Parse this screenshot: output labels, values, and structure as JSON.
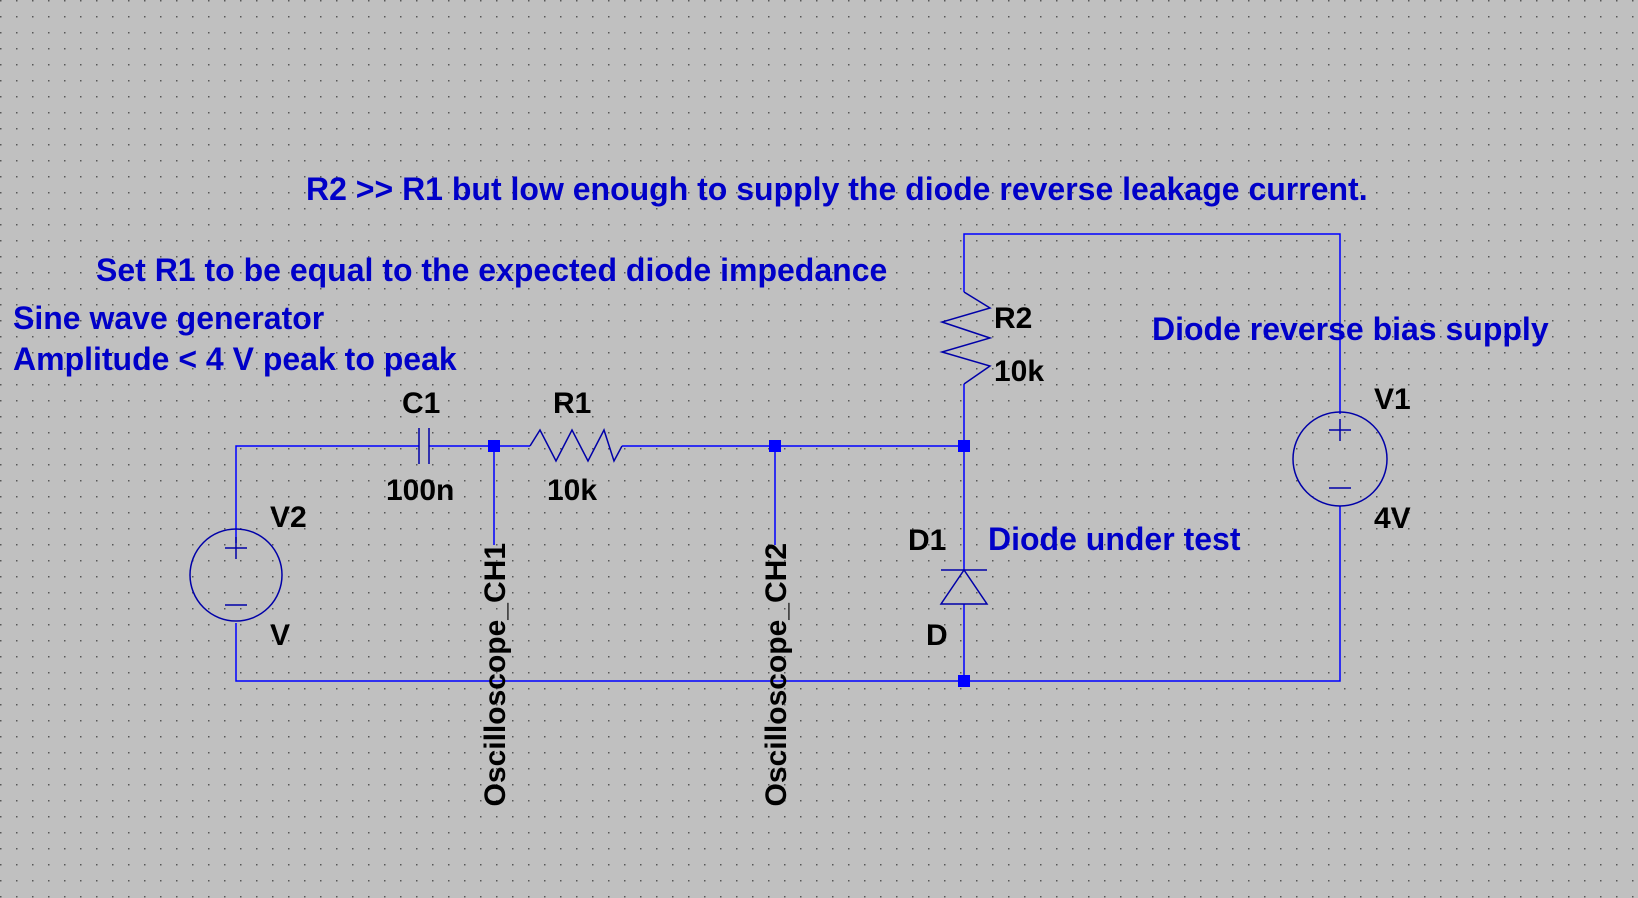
{
  "colors": {
    "background": "#c0c0c0",
    "grid_dot": "#000000",
    "wire": "#0000ff",
    "component": "#0000a8",
    "note_text": "#0000c8",
    "label_text": "#000000"
  },
  "annotations": {
    "note_r2": "R2 >> R1 but low enough to supply the diode reverse leakage current.",
    "note_r1": "Set R1 to be equal to the expected diode impedance",
    "note_generator_1": "Sine wave generator",
    "note_generator_2": "Amplitude < 4 V peak to peak",
    "note_supply": "Diode reverse bias supply",
    "note_dut": "Diode under test"
  },
  "components": {
    "c1": {
      "name": "C1",
      "value": "100n"
    },
    "r1": {
      "name": "R1",
      "value": "10k"
    },
    "r2": {
      "name": "R2",
      "value": "10k"
    },
    "v1": {
      "name": "V1",
      "value": "4V"
    },
    "v2": {
      "name": "V2",
      "value": "V"
    },
    "d1": {
      "name": "D1",
      "value": "D"
    }
  },
  "net_labels": {
    "ch1": "Oscilloscope_CH1",
    "ch2": "Oscilloscope_CH2"
  },
  "icons": {
    "capacitor": "capacitor-icon",
    "resistor": "resistor-icon",
    "voltage_source": "voltage-source-icon",
    "diode": "diode-icon",
    "junction": "junction-dot-icon"
  }
}
